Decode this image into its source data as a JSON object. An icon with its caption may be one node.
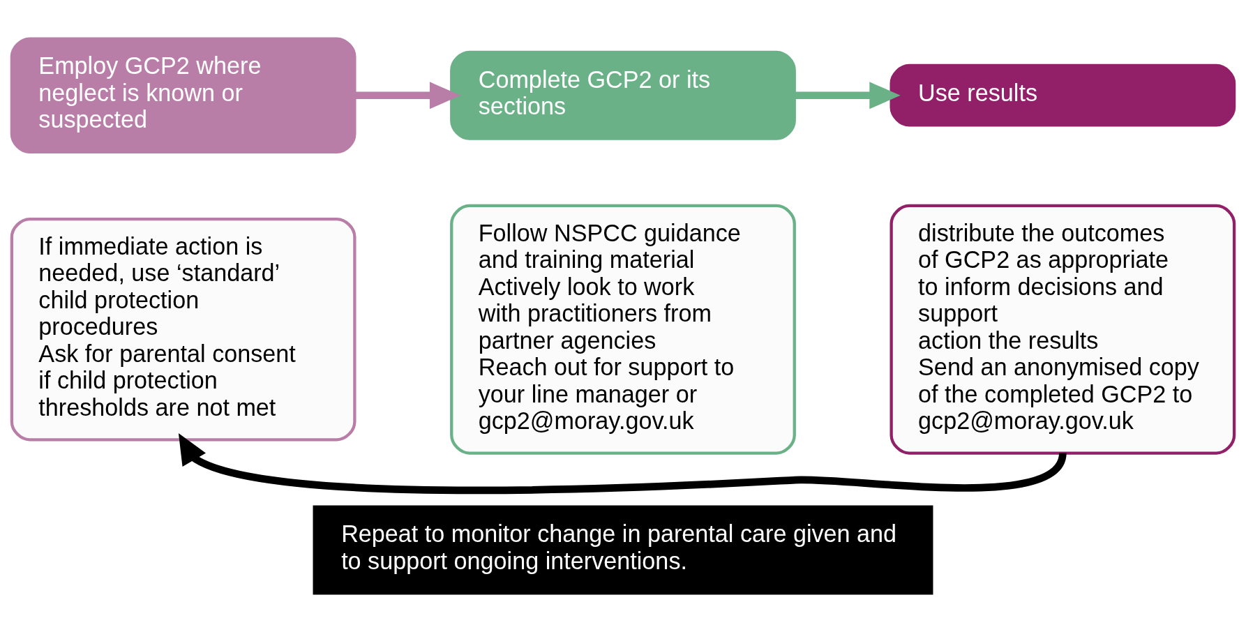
{
  "diagram": {
    "nodes": [
      {
        "text": [
          "Employ GCP2 where neglect is known or suspected"
        ]
      },
      {
        "text": [
          "If immediate action is needed, use ‘standard’ child protection procedures",
          "Ask for parental consent if child protection thresholds are not met"
        ]
      },
      {
        "text": [
          "Complete GCP2 or its sections"
        ]
      },
      {
        "text": [
          "Follow NSPCC guidance and training material",
          "Actively look to work with practitioners from partner agencies",
          "Reach out for support to your line manager or gcp2@moray.gov.uk"
        ]
      },
      {
        "text": [
          "Use results"
        ]
      },
      {
        "text": [
          "distribute the outcomes of GCP2 as appropriate to inform decisions and support",
          "action the results",
          "Send an anonymised copy of the completed GCP2 to gcp2@moray.gov.uk"
        ]
      },
      {
        "text": [
          "Repeat to monitor change in parental care given and to support ongoing interventions."
        ]
      }
    ],
    "edges": [
      {
        "from": 0,
        "to": 2,
        "arrow": "to",
        "color": "#b97ea7"
      },
      {
        "from": 2,
        "to": 4,
        "arrow": "to",
        "color": "#6ab187"
      },
      {
        "from": 5,
        "to": 1,
        "arrow": "to",
        "color": "#000000"
      }
    ]
  }
}
